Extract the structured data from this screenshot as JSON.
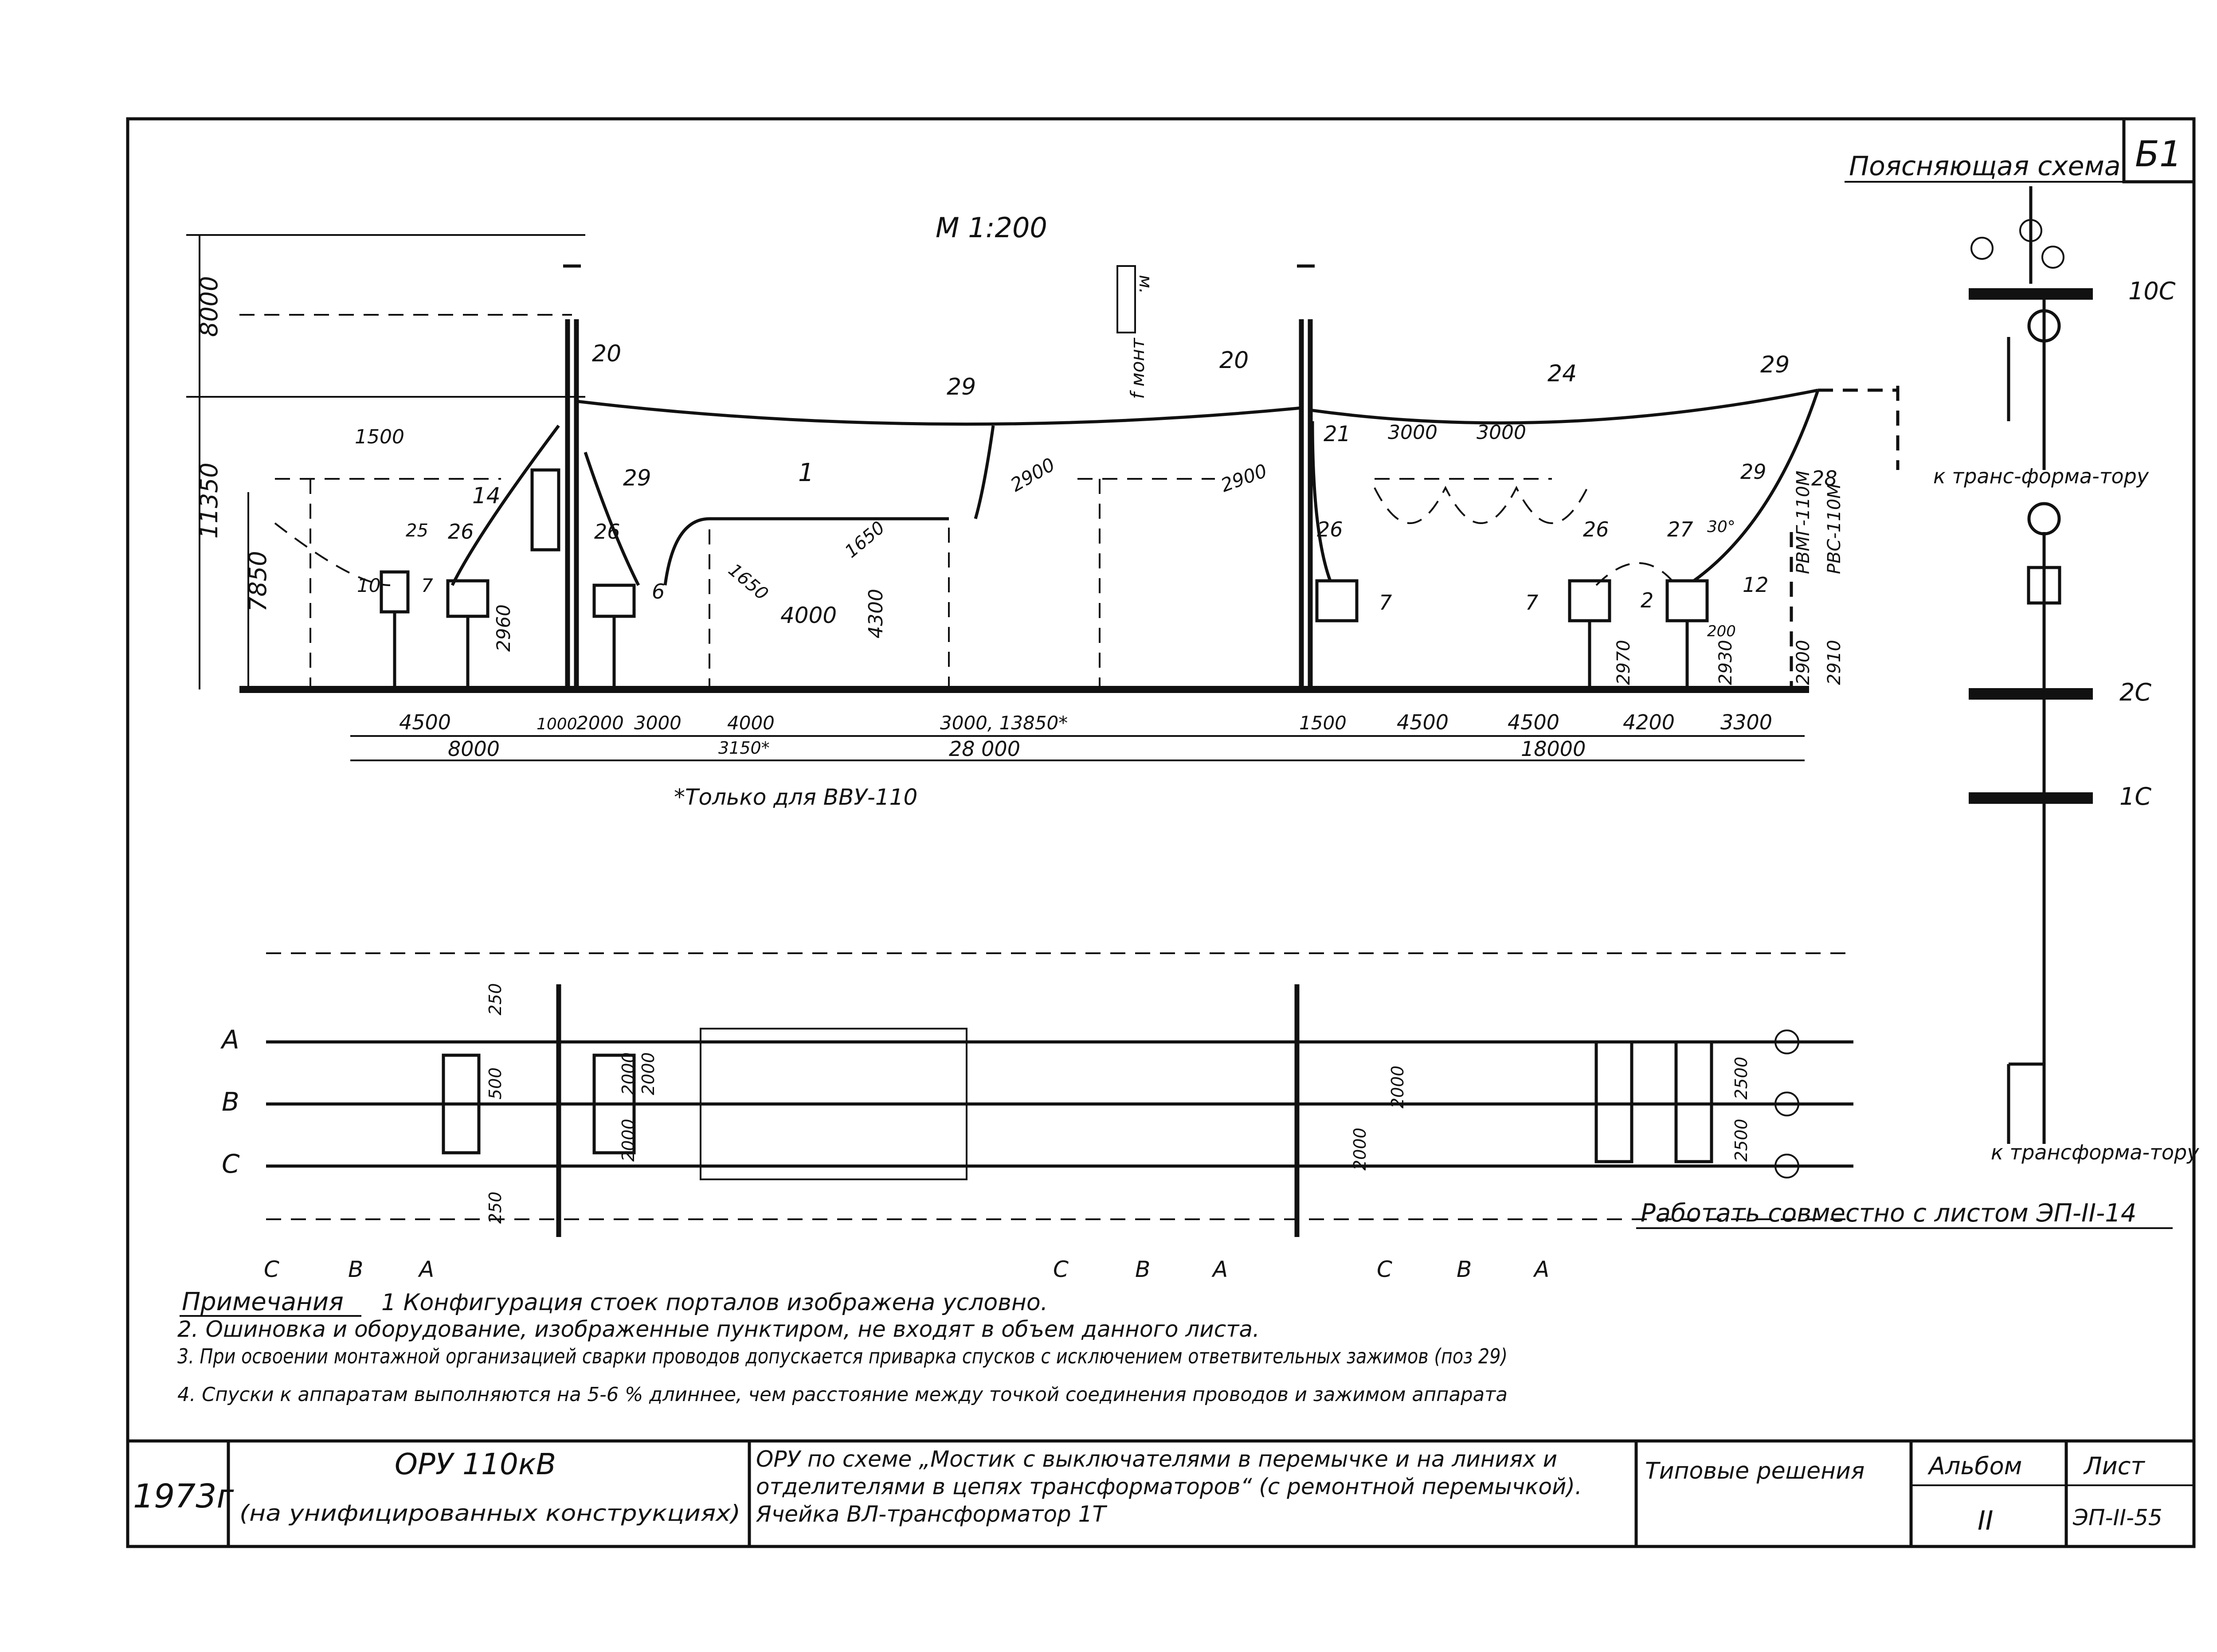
{
  "scale": "М 1:200",
  "header": {
    "explain_title": "Поясняющая схема",
    "sheet_code": "Б1"
  },
  "section_dims": {
    "vertical": [
      "8000",
      "11350",
      "7850",
      "2960",
      "4300",
      "2970",
      "2930",
      "2900",
      "2910",
      "200"
    ],
    "spans": [
      "1500",
      "3000",
      "3000",
      "2900",
      "2900",
      "1650",
      "1650",
      "4000"
    ],
    "bottom_row1": [
      "4500",
      "1000",
      "2000",
      "3000",
      "4000",
      "3000, 13850*",
      "1500",
      "4500",
      "4500",
      "4200",
      "3300"
    ],
    "bottom_row2": [
      "8000",
      "3150*",
      "28 000",
      "18000"
    ],
    "mount": "f монт",
    "m_label": "м."
  },
  "positions": [
    "20",
    "14",
    "29",
    "1",
    "29",
    "20",
    "24",
    "29",
    "21",
    "25",
    "10",
    "7",
    "26",
    "26",
    "6",
    "26",
    "7",
    "7",
    "26",
    "2",
    "27",
    "12",
    "28",
    "29",
    "30°"
  ],
  "apparatus": [
    "РВМГ-110М",
    "РВС-110М"
  ],
  "trans_label": "к транс-форма-тору",
  "footnote": "*Только для ВВУ-110",
  "single_line": {
    "buses": [
      "10С",
      "2С",
      "1С"
    ],
    "to_transformer": "к трансформа-тору"
  },
  "plan": {
    "phases": [
      "A",
      "B",
      "C"
    ],
    "bottom_phase_groups": [
      [
        "C",
        "B",
        "A"
      ],
      [
        "C",
        "B",
        "A"
      ],
      [
        "C",
        "B",
        "A"
      ]
    ],
    "dims": [
      "250",
      "500",
      "2000",
      "2000",
      "2000",
      "250",
      "2000",
      "2000",
      "2500",
      "2500"
    ]
  },
  "work_note": "Работать совместно с листом ЭП-II-14",
  "notes": {
    "title": "Примечания",
    "items": [
      "1 Конфигурация стоек порталов изображена условно.",
      "2. Ошиновка и оборудование, изображенные пунктиром, не входят в объем данного листа.",
      "3. При освоении монтажной организацией сварки проводов допускается приварка спусков с исключением ответвительных зажимов (поз 29)",
      "4. Спуски к аппаратам выполняются на 5-6 % длиннее, чем расстояние между точкой соединения проводов и зажимом аппарата"
    ]
  },
  "title_block": {
    "year": "1973г",
    "name": "ОРУ 110кВ",
    "name_sub": "(на унифицированных конструкциях)",
    "description": "ОРУ по схеме „Мостик с выключателями в перемычке и на линиях и отделителями в цепях трансформаторов“ (с ремонтной перемычкой). Ячейка ВЛ-трансформатор 1Т",
    "series": "Типовые решения",
    "album_label": "Альбом",
    "album_value": "II",
    "sheet_label": "Лист",
    "sheet_value": "ЭП-II-55"
  }
}
